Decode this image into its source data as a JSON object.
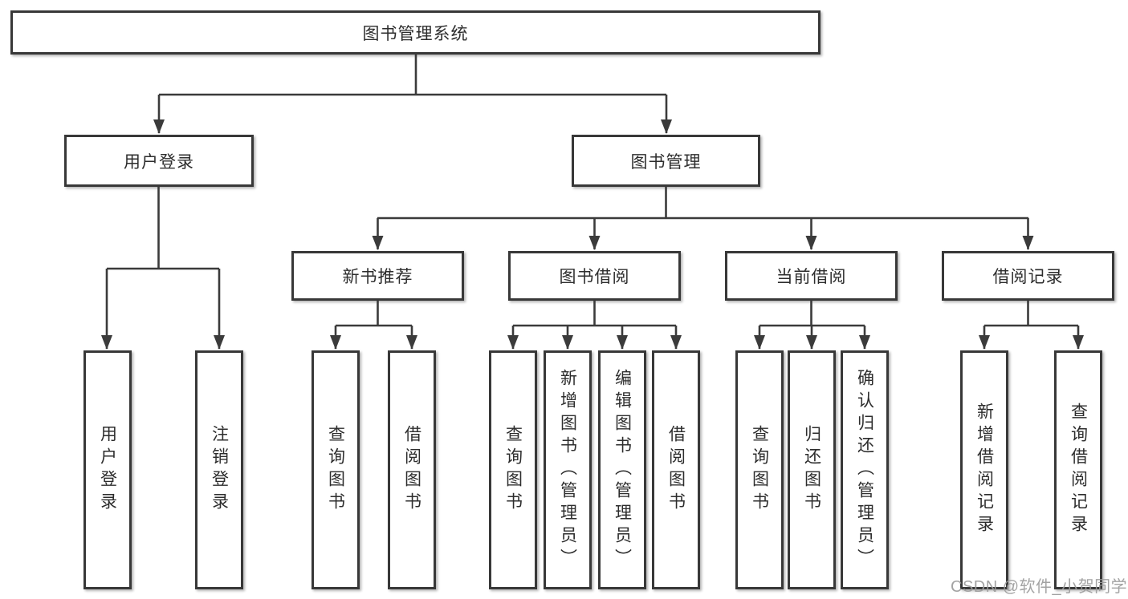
{
  "org_tree": {
    "label": "图书管理系统",
    "children": [
      {
        "label": "用户登录",
        "children": [
          {
            "label": "用户登录"
          },
          {
            "label": "注销登录"
          }
        ]
      },
      {
        "label": "图书管理",
        "children": [
          {
            "label": "新书推荐",
            "children": [
              {
                "label": "查询图书"
              },
              {
                "label": "借阅图书"
              }
            ]
          },
          {
            "label": "图书借阅",
            "children": [
              {
                "label": "查询图书"
              },
              {
                "label": "新增图书（管理员）"
              },
              {
                "label": "编辑图书（管理员）"
              },
              {
                "label": "借阅图书"
              }
            ]
          },
          {
            "label": "当前借阅",
            "children": [
              {
                "label": "查询图书"
              },
              {
                "label": "归还图书"
              },
              {
                "label": "确认归还（管理员）"
              }
            ]
          },
          {
            "label": "借阅记录",
            "children": [
              {
                "label": "新增借阅记录"
              },
              {
                "label": "查询借阅记录"
              }
            ]
          }
        ]
      }
    ]
  },
  "watermark": {
    "text": "CSDN @软件_小贺同学"
  },
  "colors": {
    "line": "#3b3b3b",
    "box_border": "#383838",
    "text": "#2d2d2d",
    "watermark": "#9c9c9c",
    "background": "#ffffff"
  }
}
